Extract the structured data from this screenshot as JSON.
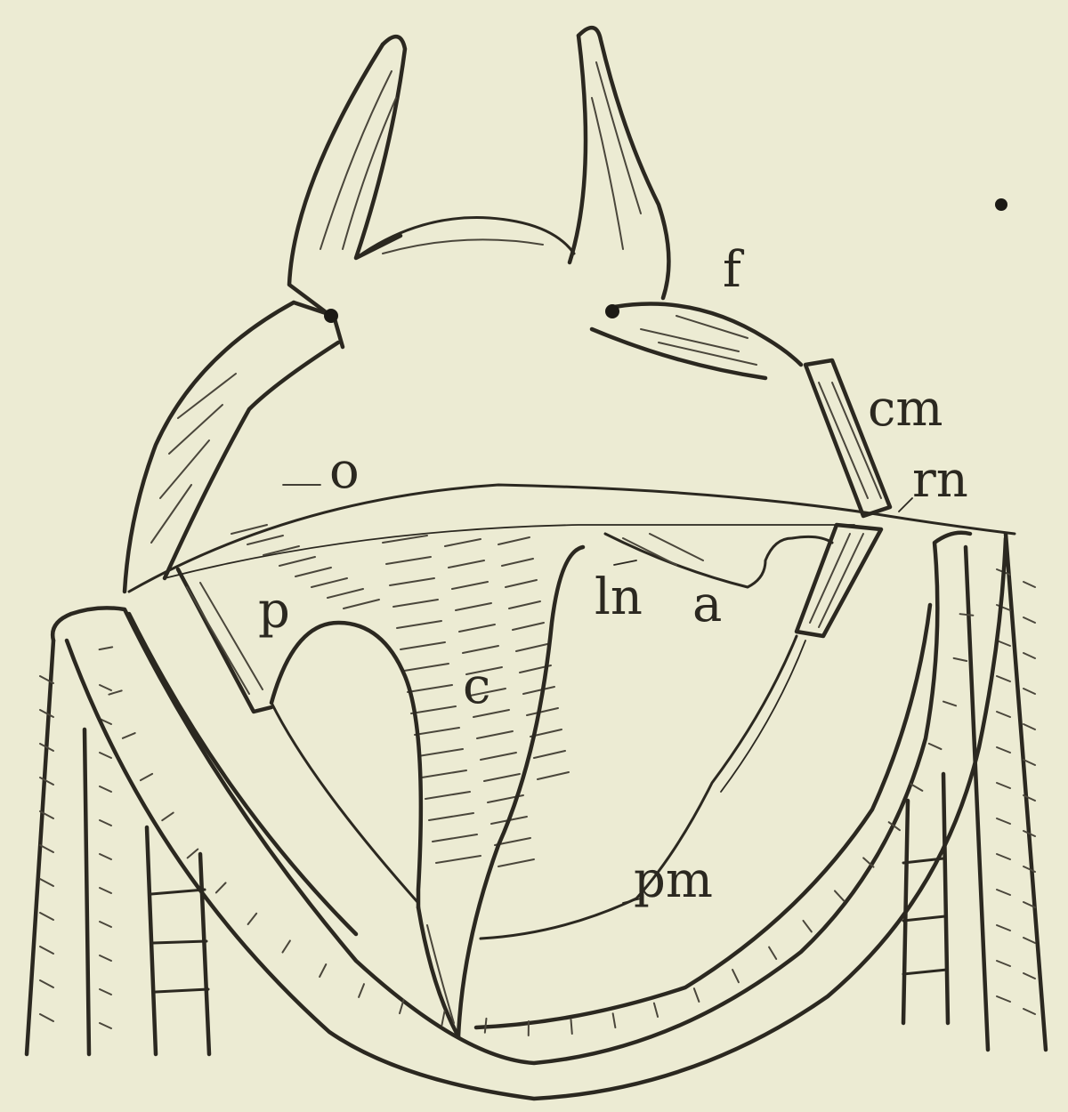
{
  "figure": {
    "labels": {
      "f": "f",
      "cm": "cm",
      "rn": "rn",
      "o": "o",
      "p": "p",
      "ln": "ln",
      "a": "a",
      "c": "c",
      "pm": "pm"
    }
  },
  "colors": {
    "paper": "#ecebd3",
    "ink": "#2b2820"
  }
}
